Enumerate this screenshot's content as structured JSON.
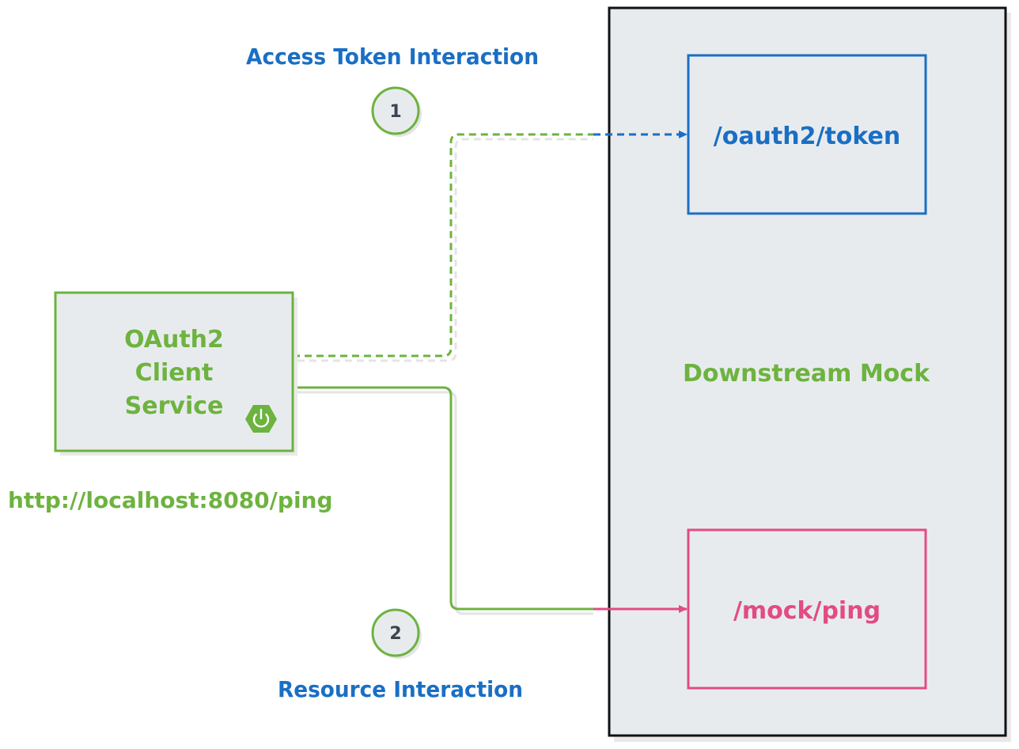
{
  "title_access": "Access Token Interaction",
  "title_resource": "Resource Interaction",
  "step1": "1",
  "step2": "2",
  "client": {
    "line1": "OAuth2",
    "line2": "Client",
    "line3": "Service",
    "url": "http://localhost:8080/ping",
    "icon": "power-icon"
  },
  "downstream": {
    "title": "Downstream Mock",
    "token_endpoint": "/oauth2/token",
    "ping_endpoint": "/mock/ping"
  },
  "colors": {
    "green": "#6db33f",
    "blue": "#1a6fc4",
    "pink": "#e24b84",
    "panel": "#e8ebee",
    "circle_fill": "#e8ebee",
    "circle_text": "#3a4550",
    "shadow": "#e9e9e9"
  }
}
